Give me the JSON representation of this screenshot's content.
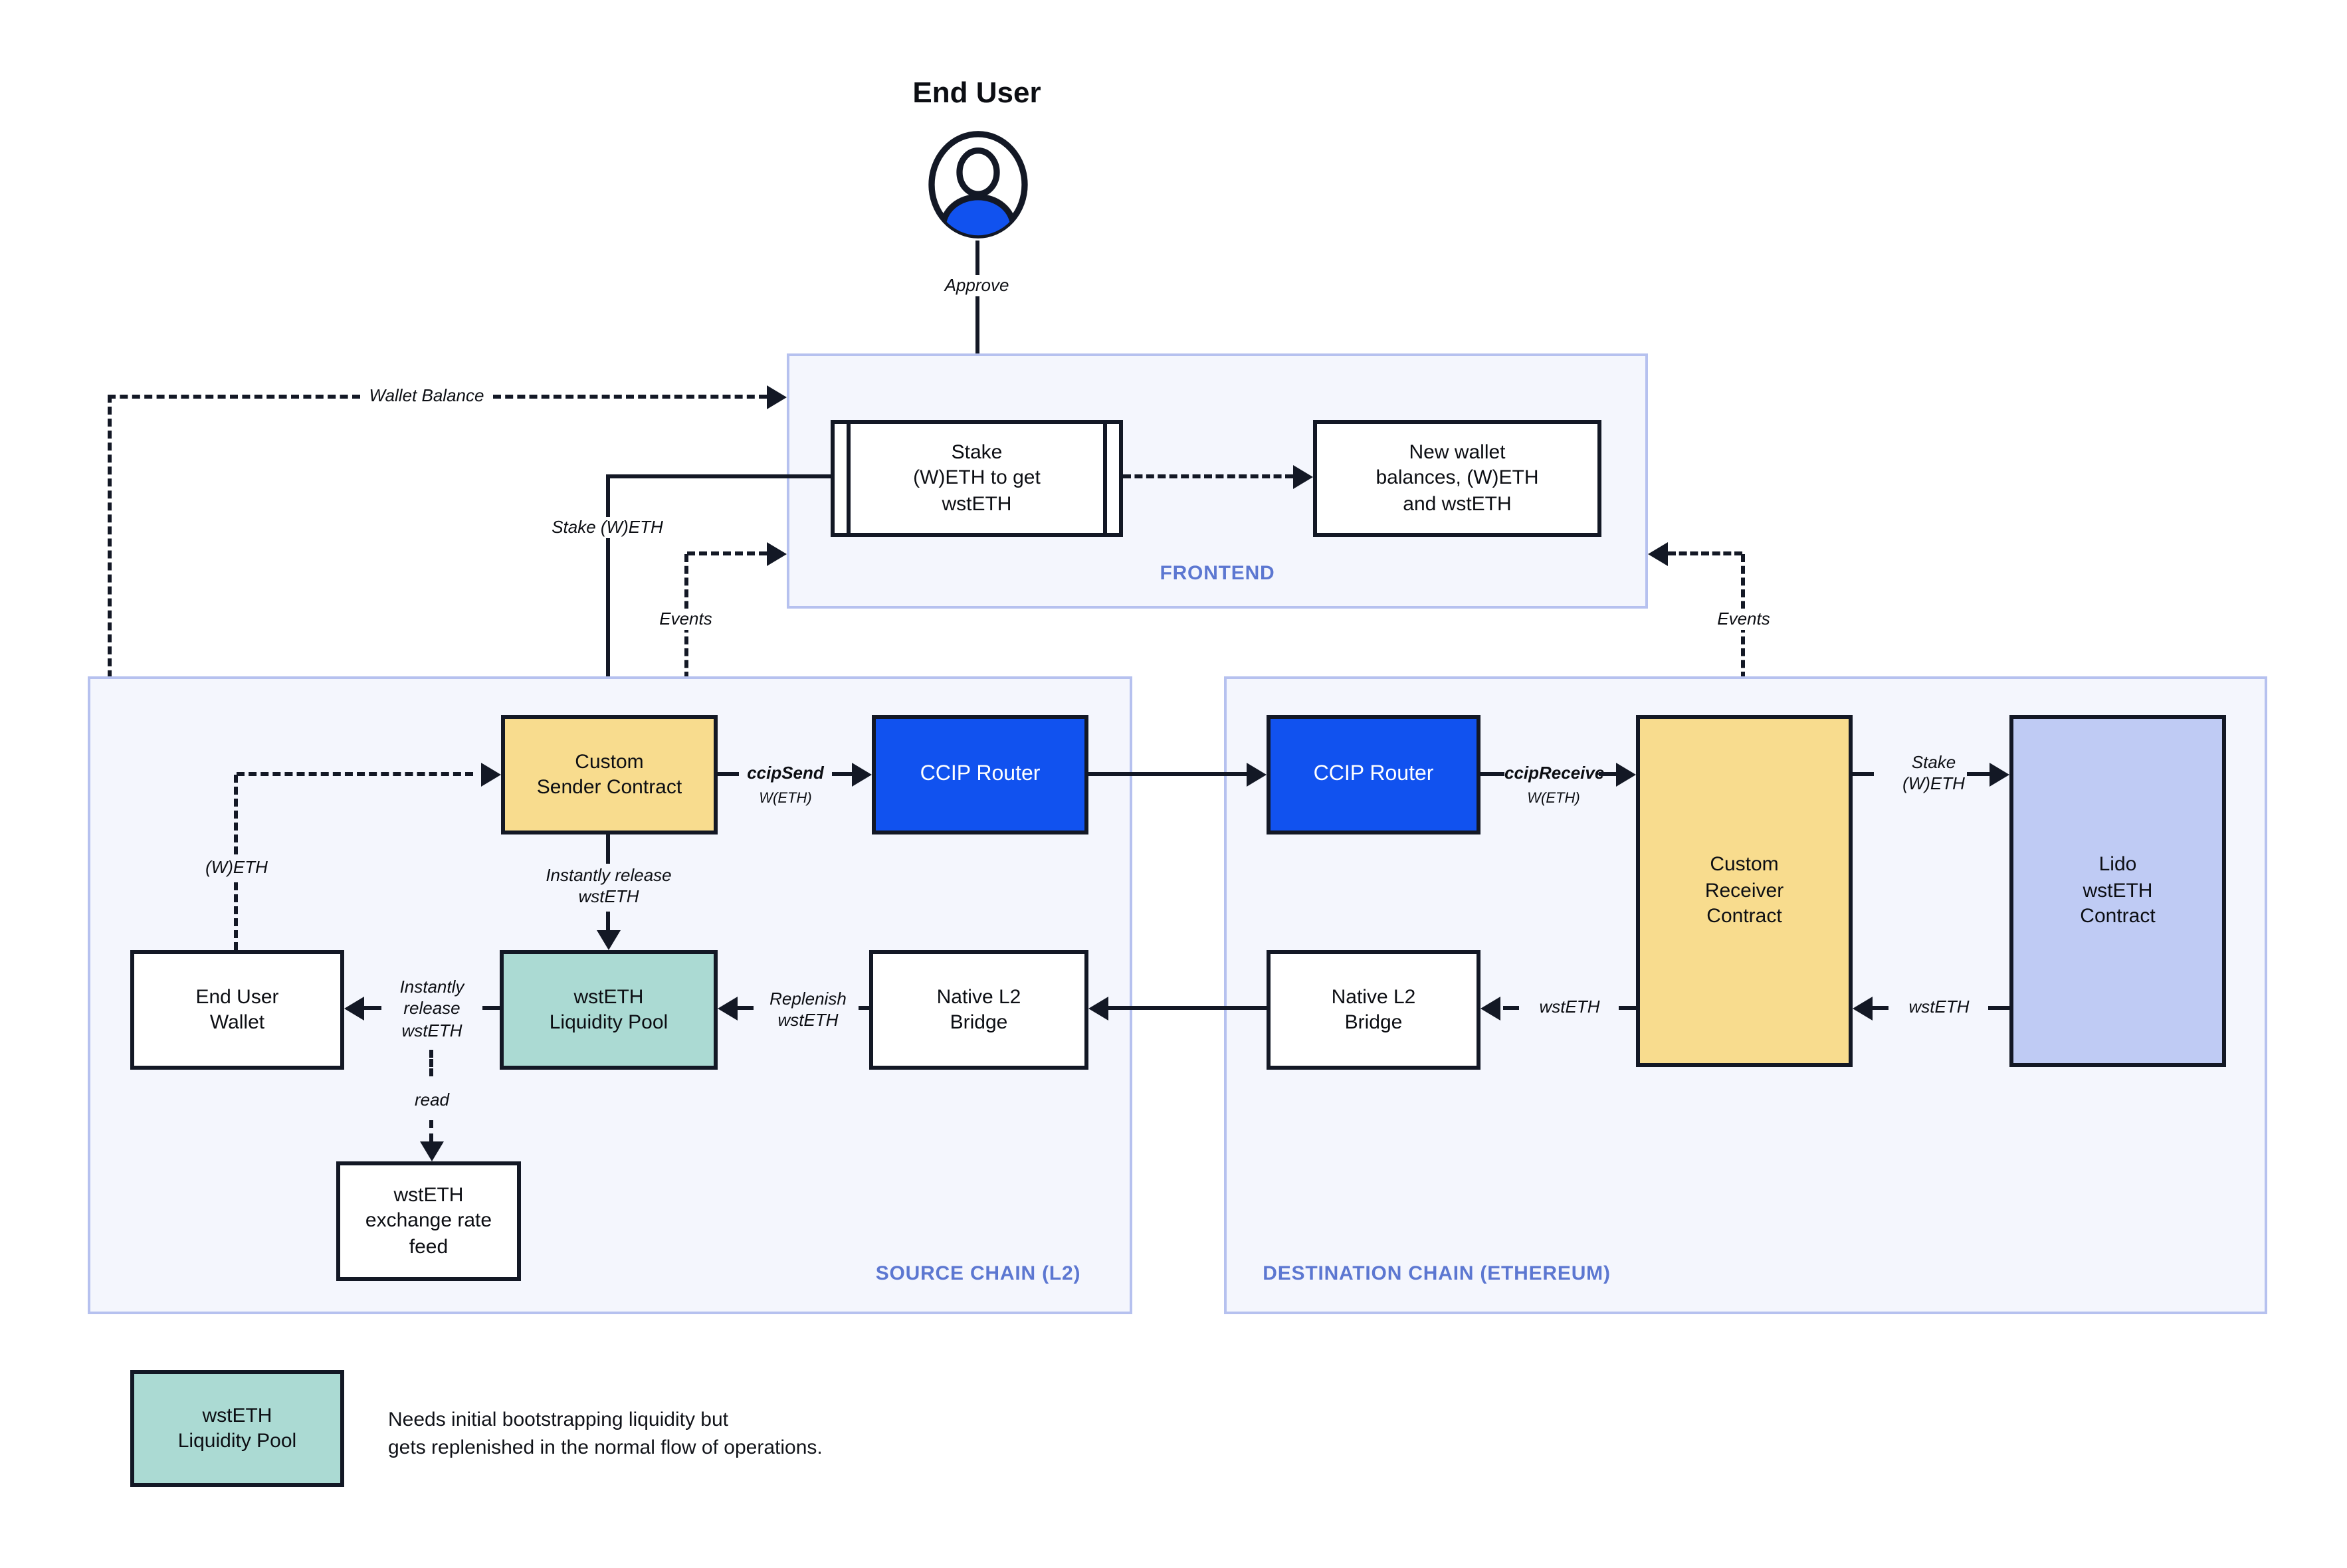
{
  "colors": {
    "page_bg": "#ffffff",
    "line": "#131825",
    "yellow": "#f8dc8e",
    "blue": "#1152ef",
    "teal": "#abdad3",
    "lavender": "#bfcbf4",
    "container_bg": "#f4f6fd",
    "container_border": "#b6c1ef",
    "label_blue": "#5c77d1"
  },
  "end_user": {
    "title": "End User",
    "approve_label": "Approve"
  },
  "frontend": {
    "label": "FRONTEND",
    "stake_box": "Stake\n(W)ETH to get\nwstETH",
    "new_wallet_box": "New wallet\nbalances, (W)ETH\nand wstETH"
  },
  "source_chain": {
    "label": "SOURCE CHAIN (L2)",
    "custom_sender": "Custom\nSender Contract",
    "ccip_router": "CCIP Router",
    "end_user_wallet": "End User\nWallet",
    "liquidity_pool": "wstETH\nLiquidity Pool",
    "native_bridge": "Native L2\nBridge",
    "rate_feed": "wstETH\nexchange rate\nfeed"
  },
  "destination_chain": {
    "label": "DESTINATION CHAIN (ETHEREUM)",
    "ccip_router": "CCIP Router",
    "custom_receiver": "Custom\nReceiver\nContract",
    "lido_contract": "Lido\nwstETH\nContract",
    "native_bridge": "Native L2\nBridge"
  },
  "edges": {
    "wallet_balance": "Wallet Balance",
    "stake_weth": "Stake (W)ETH",
    "events_left": "Events",
    "events_right": "Events",
    "ccip_send": "ccipSend",
    "ccip_send_token": "W(ETH)",
    "ccip_receive": "ccipReceive",
    "ccip_receive_token": "W(ETH)",
    "weth": "(W)ETH",
    "instantly_release_down": "Instantly release\nwstETH",
    "instantly_release_left": "Instantly\nrelease\nwstETH",
    "replenish": "Replenish\nwstETH",
    "read": "read",
    "stake_weth_dest": "Stake\n(W)ETH",
    "wsteth_to_bridge": "wstETH",
    "wsteth_to_receiver": "wstETH"
  },
  "legend": {
    "box": "wstETH\nLiquidity Pool",
    "caption": "Needs initial bootstrapping liquidity but\ngets replenished in the normal flow of operations."
  }
}
